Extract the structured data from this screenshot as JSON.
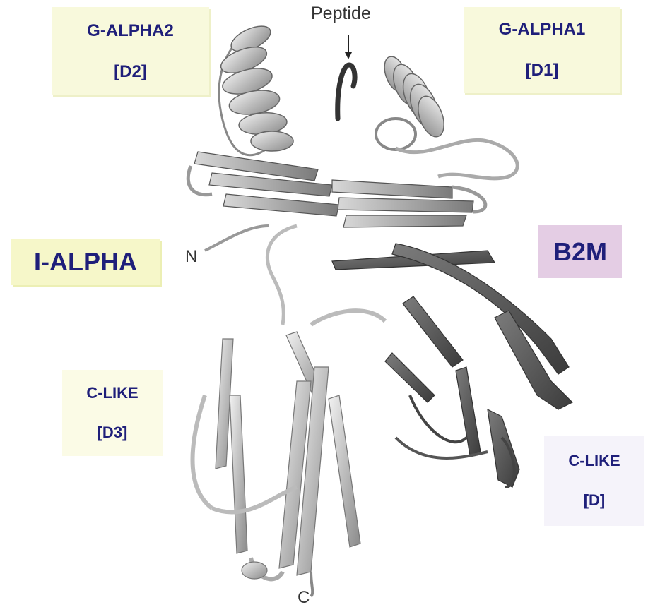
{
  "labels": {
    "peptide": "Peptide",
    "n_terminus": "N",
    "c_terminus": "C"
  },
  "domains": {
    "g_alpha2": {
      "name": "G-ALPHA2",
      "sub": "[D2]"
    },
    "g_alpha1": {
      "name": "G-ALPHA1",
      "sub": "[D1]"
    },
    "i_alpha": {
      "name": "I-ALPHA"
    },
    "b2m": {
      "name": "B2M"
    },
    "c_like_d3": {
      "name": "C-LIKE",
      "sub": "[D3]"
    },
    "c_like_d": {
      "name": "C-LIKE",
      "sub": "[D]"
    }
  },
  "colors": {
    "label_text": "#1f1f7a",
    "alpha_box": "#f8f9dc",
    "b2m_box": "#e4cde4",
    "light_ribbon": "#c8c8c8",
    "mid_ribbon": "#9a9a9a",
    "dark_ribbon": "#5a5a5a"
  }
}
